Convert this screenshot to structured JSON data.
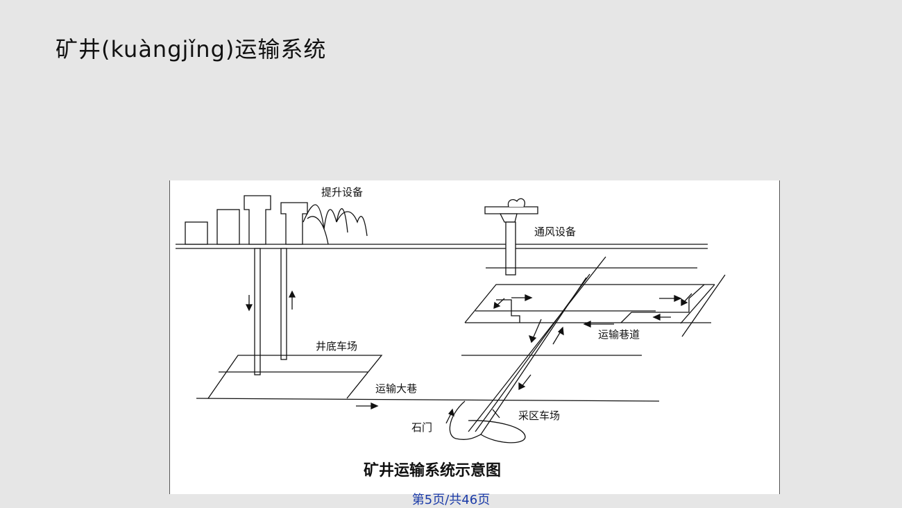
{
  "slide": {
    "title": "矿井(kuàngjǐng)运输系统"
  },
  "diagram": {
    "labels": {
      "hoisting_equipment": "提升设备",
      "ventilation_equipment": "通风设备",
      "shaft_bottom_yard": "井底车场",
      "main_haulage_roadway": "运输大巷",
      "haulage_roadway": "运输巷道",
      "crosscut": "石门",
      "mining_district_yard": "采区车场"
    },
    "caption": "矿井运输系统示意图"
  },
  "footer": {
    "page_indicator": "第5页/共46页"
  },
  "colors": {
    "background": "#e6e6e6",
    "figure_background": "#ffffff",
    "footer_link": "#1a3aa8"
  }
}
